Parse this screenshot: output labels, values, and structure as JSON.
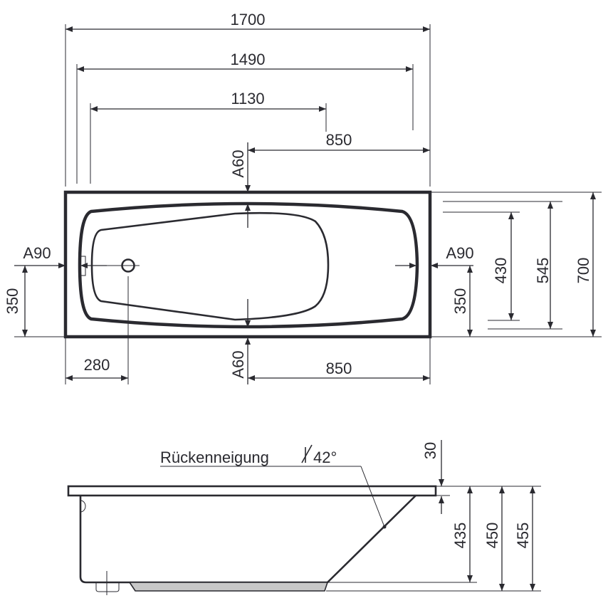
{
  "top_view": {
    "overall_length": "1700",
    "inner_length": "1490",
    "bottom_length": "1130",
    "top_offset": "850",
    "bottom_offset": "850",
    "drain_offset": "280",
    "left_centre": "350",
    "right_centre": "350",
    "inner_width": "430",
    "mid_width": "545",
    "overall_width": "700",
    "a60_top": "A60",
    "a60_bottom": "A60",
    "a90_left": "A90",
    "a90_right": "A90"
  },
  "side_view": {
    "backrest_label": "Rückenneigung",
    "backrest_angle": "42°",
    "rim_thickness": "30",
    "height_435": "435",
    "height_450": "450",
    "height_455": "455"
  },
  "colors": {
    "line": "#2a2a30",
    "foot": "#c8c8c8"
  }
}
